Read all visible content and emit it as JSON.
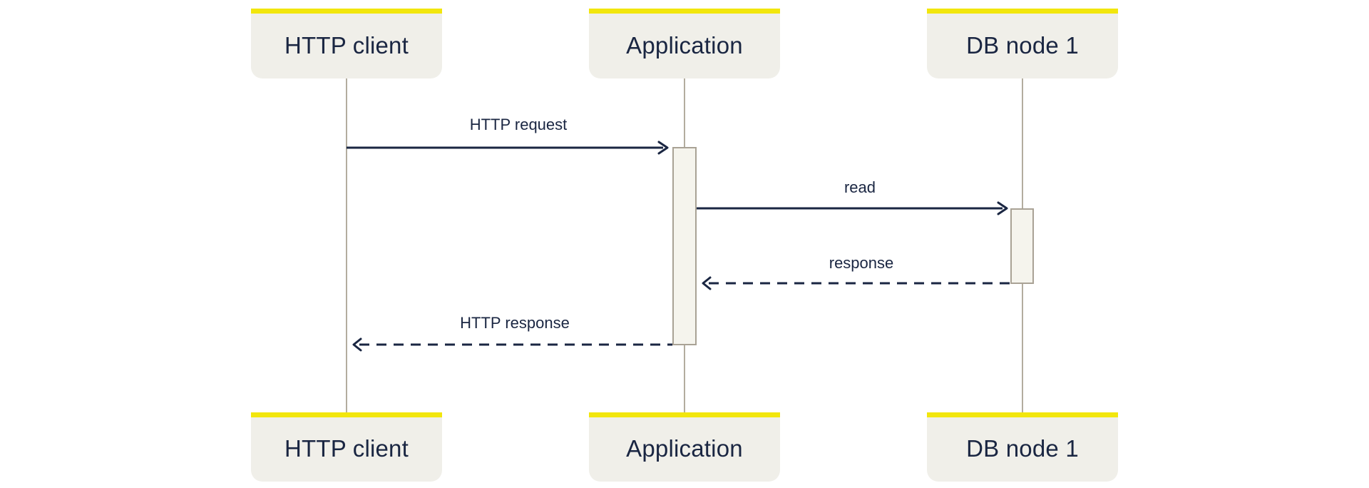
{
  "diagram": {
    "type": "sequence-diagram",
    "participants": [
      {
        "name": "HTTP client"
      },
      {
        "name": "Application"
      },
      {
        "name": "DB node 1"
      }
    ],
    "messages": [
      {
        "label": "HTTP request",
        "from": "HTTP client",
        "to": "Application",
        "line": "solid",
        "direction": "right"
      },
      {
        "label": "read",
        "from": "Application",
        "to": "DB node 1",
        "line": "solid",
        "direction": "right"
      },
      {
        "label": "response",
        "from": "DB node 1",
        "to": "Application",
        "line": "dashed",
        "direction": "left"
      },
      {
        "label": "HTTP response",
        "from": "Application",
        "to": "HTTP client",
        "line": "dashed",
        "direction": "left"
      }
    ],
    "colors": {
      "background": "#ffffff",
      "participant_box_fill": "#f0efe9",
      "participant_strip": "#f2e60d",
      "text_navy": "#1a2642",
      "lifeline": "#b3ad9f",
      "activation_fill": "#f5f4ed",
      "activation_border": "#a9a295"
    }
  }
}
